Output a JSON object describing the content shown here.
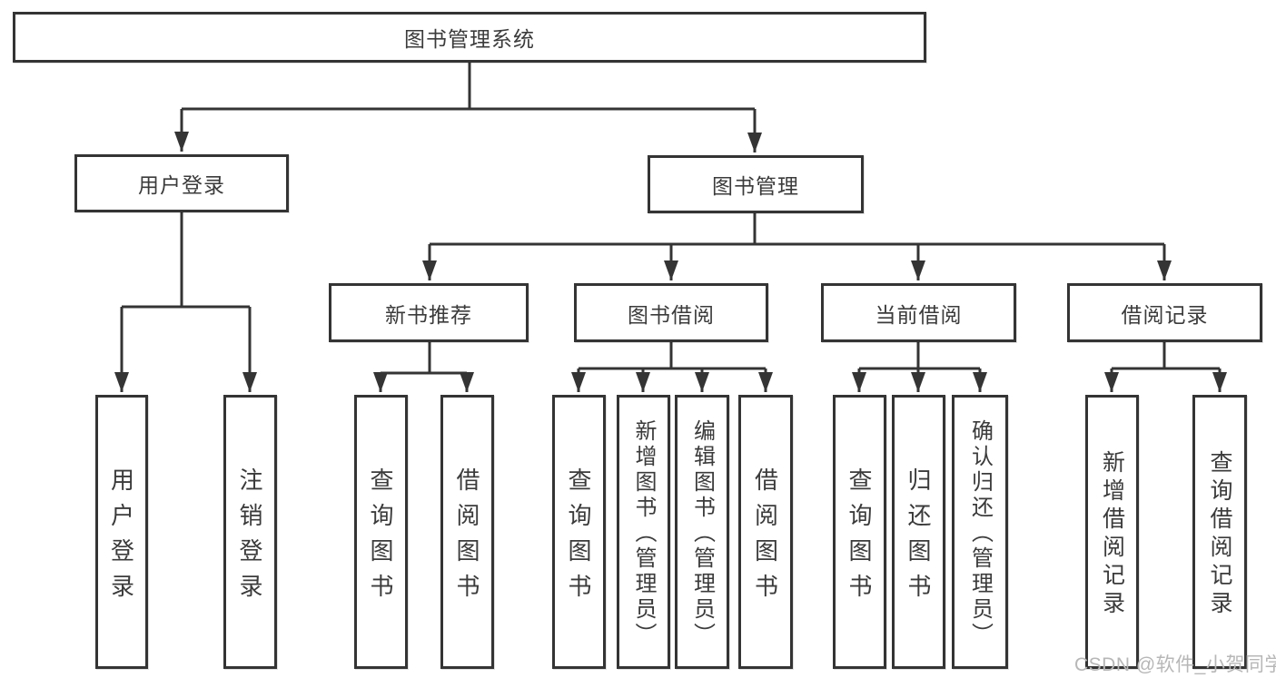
{
  "colors": {
    "line": "#343434",
    "text": "#3b3b3b",
    "watermark": "#b7b7b7"
  },
  "watermark": "CSDN @软件_小贺同学",
  "tree": {
    "label": "图书管理系统",
    "children": [
      {
        "label": "用户登录",
        "children": [
          {
            "label": "用户登录"
          },
          {
            "label": "注销登录"
          }
        ]
      },
      {
        "label": "图书管理",
        "children": [
          {
            "label": "新书推荐",
            "children": [
              {
                "label": "查询图书"
              },
              {
                "label": "借阅图书"
              }
            ]
          },
          {
            "label": "图书借阅",
            "children": [
              {
                "label": "查询图书"
              },
              {
                "label": "新增图书（管理员）"
              },
              {
                "label": "编辑图书（管理员）"
              },
              {
                "label": "借阅图书"
              }
            ]
          },
          {
            "label": "当前借阅",
            "children": [
              {
                "label": "查询图书"
              },
              {
                "label": "归还图书"
              },
              {
                "label": "确认归还（管理员）"
              }
            ]
          },
          {
            "label": "借阅记录",
            "children": [
              {
                "label": "新增借阅记录"
              },
              {
                "label": "查询借阅记录"
              }
            ]
          }
        ]
      }
    ]
  }
}
